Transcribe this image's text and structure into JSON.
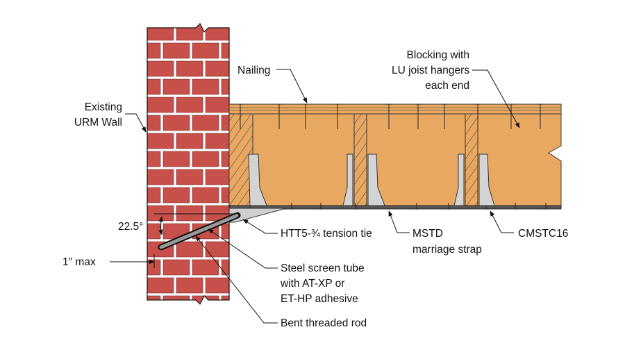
{
  "labels": {
    "nailing": "Nailing",
    "blocking_line1": "Blocking with",
    "blocking_line2": "LU joist hangers",
    "blocking_line3": "each end",
    "urm_line1": "Existing",
    "urm_line2": "URM Wall",
    "angle": "22.5°",
    "max_line": "1\" max",
    "htt": "HTT5-¾ tension tie",
    "mstd_line1": "MSTD",
    "mstd_line2": "marriage strap",
    "cmstc": "CMSTC16",
    "tube_line1": "Steel screen tube",
    "tube_line2": "with AT-XP or",
    "tube_line3": "ET-HP adhesive",
    "rod": "Bent threaded rod"
  },
  "colors": {
    "brick": "#c8504a",
    "mortar": "#ffffff",
    "wood": "#e8a862",
    "wood_edge": "#333333",
    "steel": "#c9c9c9",
    "ink": "#111111"
  }
}
